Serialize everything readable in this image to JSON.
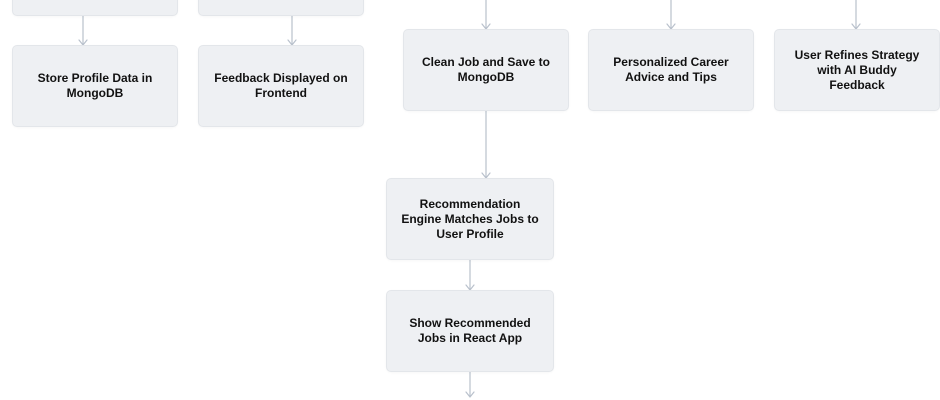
{
  "nodes": {
    "top_partial_1": {
      "label": ""
    },
    "top_partial_2": {
      "label": ""
    },
    "store_profile": {
      "label": "Store Profile Data in MongoDB"
    },
    "feedback_displayed": {
      "label": "Feedback Displayed on Frontend"
    },
    "clean_job": {
      "label": "Clean Job and Save to MongoDB"
    },
    "career_advice": {
      "label": "Personalized Career Advice and Tips"
    },
    "user_refines": {
      "label": "User Refines Strategy with AI Buddy Feedback"
    },
    "recommendation_engine": {
      "label": "Recommendation Engine Matches Jobs to User Profile"
    },
    "show_recommended": {
      "label": "Show Recommended Jobs in React App"
    }
  },
  "edges": [
    {
      "from": "top_partial_1",
      "to": "store_profile"
    },
    {
      "from": "top_partial_2",
      "to": "feedback_displayed"
    },
    {
      "from": "offscreen_above",
      "to": "clean_job"
    },
    {
      "from": "offscreen_above",
      "to": "career_advice"
    },
    {
      "from": "offscreen_above",
      "to": "user_refines"
    },
    {
      "from": "clean_job",
      "to": "recommendation_engine"
    },
    {
      "from": "recommendation_engine",
      "to": "show_recommended"
    },
    {
      "from": "show_recommended",
      "to": "offscreen_below"
    }
  ],
  "colors": {
    "node_fill": "#eef0f3",
    "node_border": "#e3e6ea",
    "edge": "#b9c1cc",
    "text": "#111111"
  }
}
